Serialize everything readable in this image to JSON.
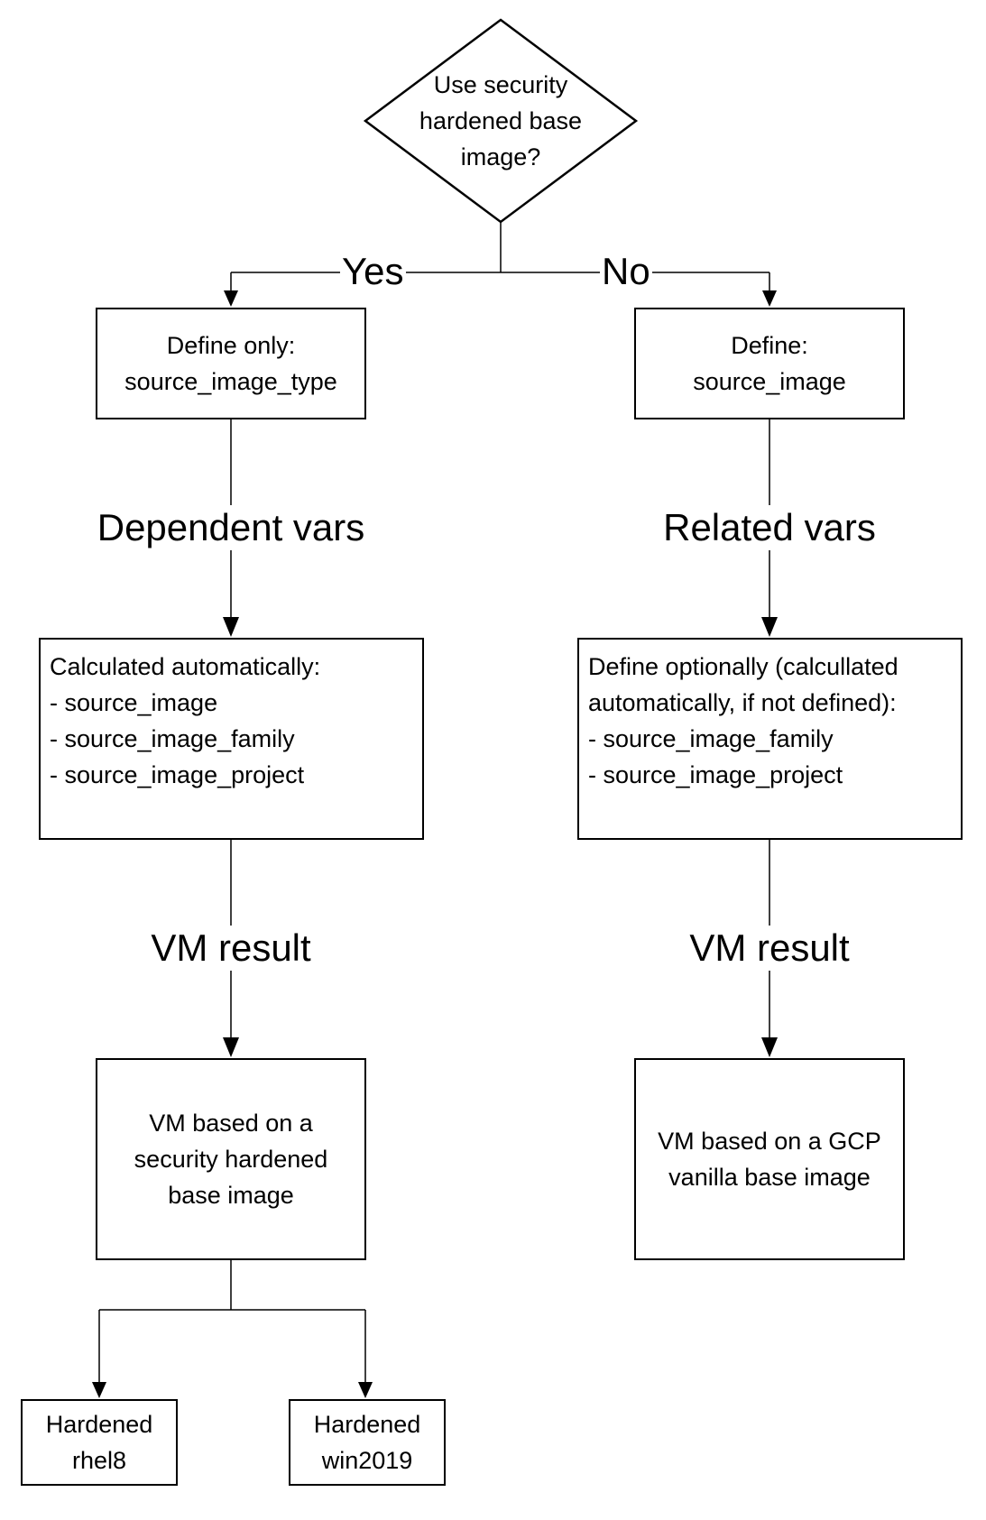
{
  "decision": {
    "lines": [
      "Use security",
      "hardened base",
      "image?"
    ]
  },
  "branches": {
    "yes": "Yes",
    "no": "No"
  },
  "left": {
    "define_box": [
      "Define only:",
      "source_image_type"
    ],
    "mid_label_1": "Dependent vars",
    "calc_box": [
      "Calculated automatically:",
      "- source_image",
      "- source_image_family",
      "- source_image_project"
    ],
    "mid_label_2": "VM result",
    "result_box": [
      "VM based on a",
      "security hardened",
      "base image"
    ],
    "leaf_1": [
      "Hardened",
      "rhel8"
    ],
    "leaf_2": [
      "Hardened",
      "win2019"
    ]
  },
  "right": {
    "define_box": [
      "Define:",
      "source_image"
    ],
    "mid_label_1": "Related vars",
    "calc_box": [
      "Define optionally (calcullated",
      "automatically, if not defined):",
      "- source_image_family",
      "- source_image_project"
    ],
    "mid_label_2": "VM result",
    "result_box": [
      "VM based on a GCP",
      "vanilla base image"
    ]
  }
}
